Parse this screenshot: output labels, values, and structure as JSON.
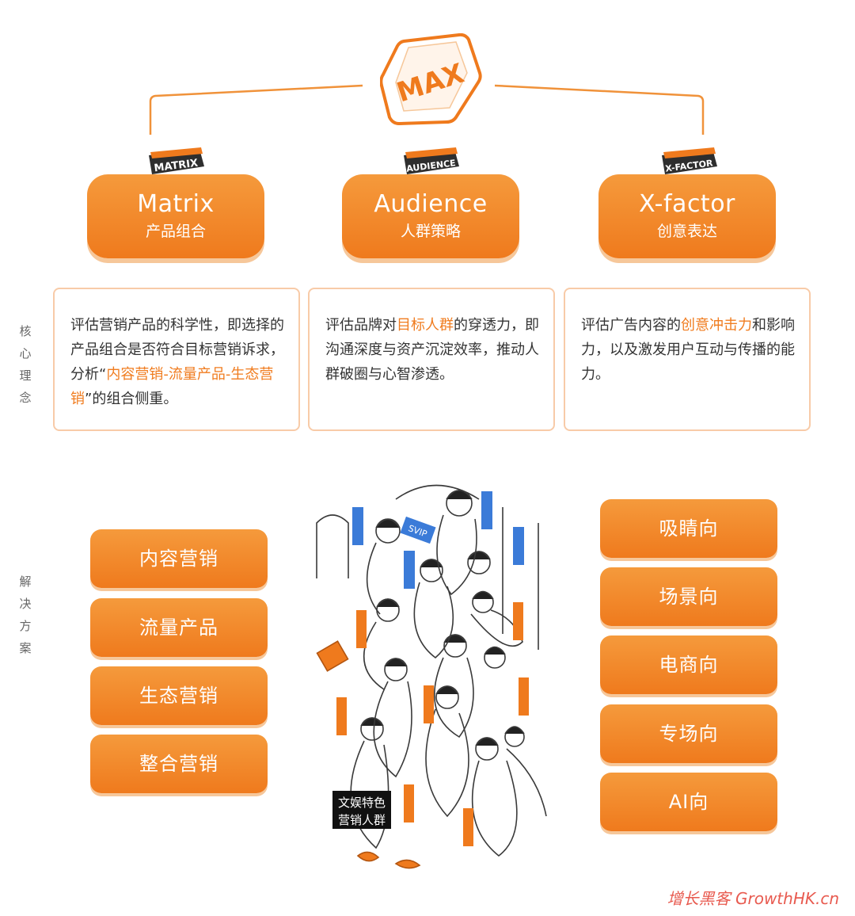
{
  "logo": {
    "text": "MAX"
  },
  "pillars": [
    {
      "badge": "MATRIX",
      "title_en": "Matrix",
      "title_zh": "产品组合"
    },
    {
      "badge": "AUDIENCE",
      "title_en": "Audience",
      "title_zh": "人群策略"
    },
    {
      "badge": "X-FACTOR",
      "title_en": "X-factor",
      "title_zh": "创意表达"
    }
  ],
  "descriptions": [
    {
      "text_a": "评估营销产品的科学性，即选择的产品组合是否符合目标营销诉求，分析“",
      "highlight": "内容营销-流量产品-生态营销",
      "text_b": "”的组合侧重。"
    },
    {
      "text_a": "评估品牌对",
      "highlight": "目标人群",
      "text_b": "的穿透力，即沟通深度与资产沉淀效率，推动人群破圈与心智渗透。"
    },
    {
      "text_a": "评估广告内容的",
      "highlight": "创意冲击力",
      "text_b": "和影响力，以及激发用户互动与传播的能力。"
    }
  ],
  "side_labels": {
    "core": "核心理念",
    "solution": "解决方案"
  },
  "solutions_left": [
    "内容营销",
    "流量产品",
    "生态营销",
    "整合营销"
  ],
  "solutions_right": [
    "吸睛向",
    "场景向",
    "电商向",
    "专场向",
    "AI向"
  ],
  "illustration": {
    "caption_line1": "文娱特色",
    "caption_line2": "营销人群",
    "sign": "SVIP"
  },
  "watermark": "增长黑客 GrowthHK.cn",
  "colors": {
    "accent": "#f07c1f",
    "accent_light": "#f59a3c",
    "border": "#f8cba8",
    "watermark": "#e85a4f"
  }
}
